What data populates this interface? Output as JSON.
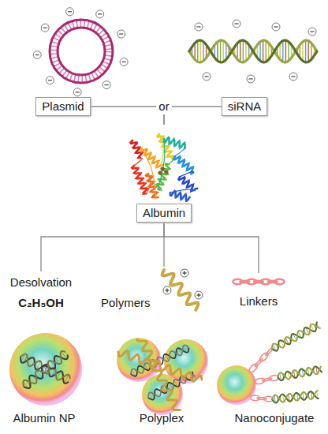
{
  "diagram": {
    "nodes": [
      {
        "text": [
          "Plasmid"
        ]
      },
      {
        "text": [
          "siRNA"
        ]
      },
      {
        "text": [
          "Albumin"
        ]
      },
      {
        "text": [
          "Desolvation",
          "C₂H₅OH"
        ]
      },
      {
        "text": [
          "Polymers"
        ]
      },
      {
        "text": [
          "Linkers"
        ]
      }
    ],
    "edges": [
      {
        "from": 0,
        "to": 2,
        "arrow": "none"
      },
      {
        "from": 1,
        "to": 2,
        "arrow": "none"
      },
      {
        "from": 2,
        "to": 3,
        "arrow": "none"
      },
      {
        "from": 2,
        "to": 4,
        "arrow": "none"
      },
      {
        "from": 2,
        "to": 5,
        "arrow": "none"
      }
    ],
    "labels": [
      "or",
      "Albumin NP",
      "Polyplex",
      "Nanoconjugate"
    ]
  }
}
